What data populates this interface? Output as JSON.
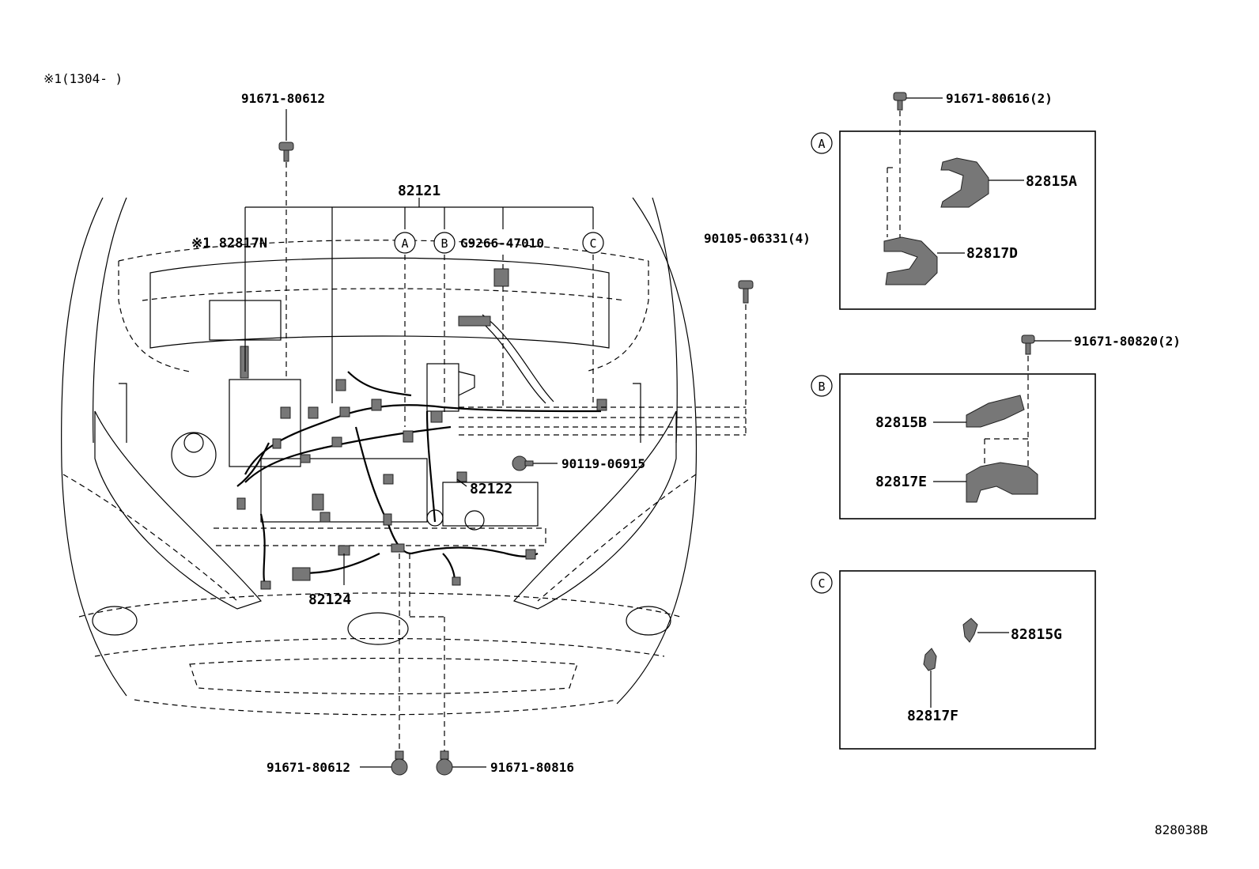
{
  "note": "※1(1304-      )",
  "diagram_code": "828038B",
  "callouts": {
    "bolt_top_left": "91671-80612",
    "harness_main": "82121",
    "clip_82817n": "※1 82817N",
    "ref_a": "A",
    "ref_b": "B",
    "ref_c": "C",
    "clip_g9266": "G9266-47010",
    "bolt_90105": "90105-06331(4)",
    "bolt_90119": "90119-06915",
    "harness_82122": "82122",
    "harness_82124": "82124",
    "bolt_bottom_left": "91671-80612",
    "bolt_bottom_right": "91671-80816"
  },
  "detail_a": {
    "ref": "A",
    "bolt": "91671-80616(2)",
    "part_upper": "82815A",
    "part_lower": "82817D"
  },
  "detail_b": {
    "ref": "B",
    "bolt": "91671-80820(2)",
    "part_upper": "82815B",
    "part_lower": "82817E"
  },
  "detail_c": {
    "ref": "C",
    "part_upper": "82815G",
    "part_lower": "82817F"
  }
}
